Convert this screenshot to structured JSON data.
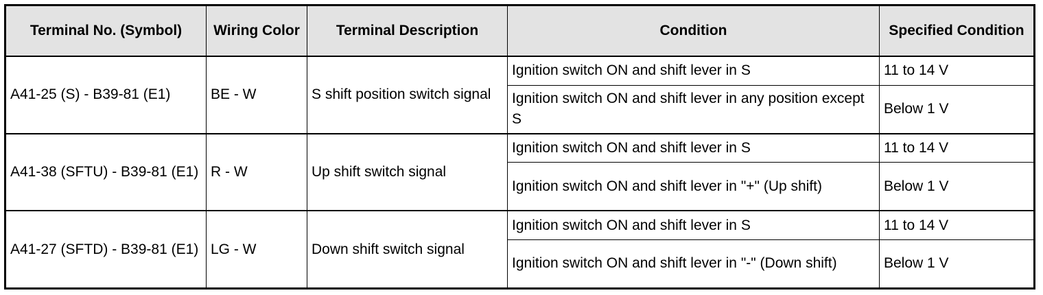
{
  "columns": [
    "Terminal No. (Symbol)",
    "Wiring Color",
    "Terminal Description",
    "Condition",
    "Specified Condition"
  ],
  "groups": [
    {
      "terminal": "A41-25 (S) - B39-81 (E1)",
      "wiring_color": "BE - W",
      "description": "S shift position switch signal",
      "rows": [
        {
          "condition": "Ignition switch ON and shift lever in S",
          "specified": "11 to 14 V"
        },
        {
          "condition": "Ignition switch ON and shift lever in any position except S",
          "specified": "Below 1 V"
        }
      ]
    },
    {
      "terminal": "A41-38 (SFTU) - B39-81 (E1)",
      "wiring_color": "R - W",
      "description": "Up shift switch signal",
      "rows": [
        {
          "condition": "Ignition switch ON and shift lever in S",
          "specified": "11 to 14 V"
        },
        {
          "condition": "Ignition switch ON and shift lever in \"+\" (Up shift)",
          "specified": "Below 1 V"
        }
      ]
    },
    {
      "terminal": "A41-27 (SFTD) - B39-81 (E1)",
      "wiring_color": "LG - W",
      "description": "Down shift switch signal",
      "rows": [
        {
          "condition": "Ignition switch ON and shift lever in S",
          "specified": "11 to 14 V"
        },
        {
          "condition": "Ignition switch ON and shift lever in \"-\" (Down shift)",
          "specified": "Below 1 V"
        }
      ]
    }
  ]
}
